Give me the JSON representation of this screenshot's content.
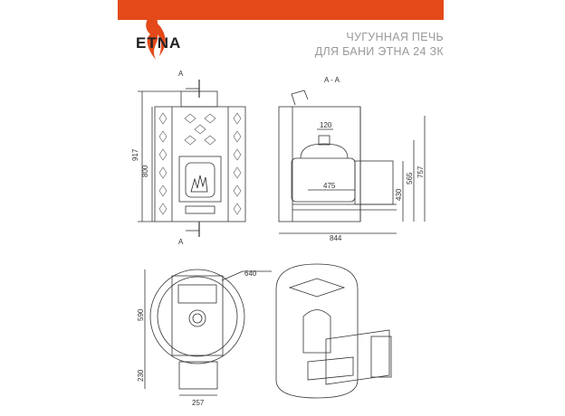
{
  "header": {
    "brand": "ETNA",
    "title_line1": "ЧУГУННАЯ ПЕЧЬ",
    "title_line2": "ДЛЯ БАНИ ЭТНА 24 ЗК",
    "accent_color": "#e4491a"
  },
  "front_view": {
    "section_mark_top": "A",
    "section_mark_bottom": "A",
    "dim_total_height": "917",
    "dim_body_height": "800"
  },
  "section_view": {
    "title": "A - A",
    "dim_flue": "120",
    "dim_firebox_depth": "475",
    "dim_door_height": "430",
    "dim_flue_height": "565",
    "dim_body_height": "757",
    "dim_total_depth": "844"
  },
  "top_view": {
    "dim_diameter": "640",
    "dim_depth": "590",
    "dim_channel_length": "230",
    "dim_channel_width": "257"
  }
}
